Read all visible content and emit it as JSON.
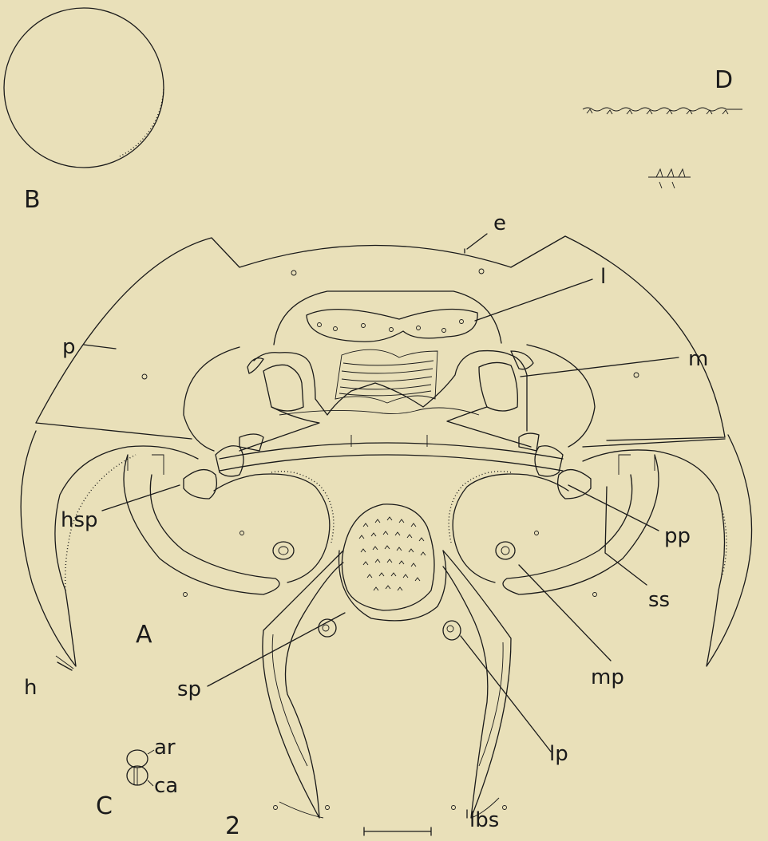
{
  "figure_number": "2",
  "panels": {
    "A": "A",
    "B": "B",
    "C": "C",
    "D": "D"
  },
  "labels": {
    "e": "e",
    "l": "l",
    "p": "p",
    "m": "m",
    "hsp": "hsp",
    "pp": "pp",
    "ss": "ss",
    "mp": "mp",
    "h": "h",
    "sp": "sp",
    "lp": "lp",
    "ar": "ar",
    "ca": "ca",
    "lbs": "lbs"
  },
  "colors": {
    "background": "#e9e0b9",
    "ink": "#1a1a1a"
  }
}
